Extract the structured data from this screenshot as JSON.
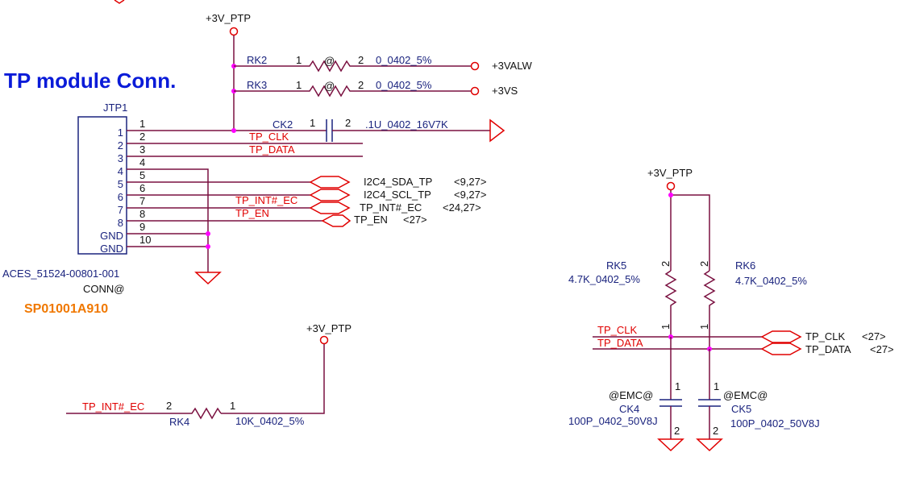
{
  "section_title": "TP module Conn.",
  "connector": {
    "ref": "JTP1",
    "part": "ACES_51524-00801-001",
    "option": "CONN@",
    "sp_number": "SP01001A910",
    "inner_pins": [
      "1",
      "2",
      "3",
      "4",
      "5",
      "6",
      "7",
      "8",
      "GND",
      "GND"
    ],
    "outer_pins": [
      "1",
      "2",
      "3",
      "4",
      "5",
      "6",
      "7",
      "8",
      "9",
      "10"
    ]
  },
  "power_nets": {
    "ptp_top": "+3V_PTP",
    "ptp_bottom": "+3V_PTP",
    "ptp_right": "+3V_PTP",
    "valw": "+3VALW",
    "vs": "+3VS"
  },
  "resistors": {
    "rk2": {
      "ref": "RK2",
      "pin1": "1",
      "pin2": "2",
      "option": "@",
      "value": "0_0402_5%"
    },
    "rk3": {
      "ref": "RK3",
      "pin1": "1",
      "pin2": "2",
      "option": "@",
      "value": "0_0402_5%"
    },
    "rk4": {
      "ref": "RK4",
      "pin1": "1",
      "pin2": "2",
      "value": "10K_0402_5%"
    },
    "rk5": {
      "ref": "RK5",
      "pin1": "1",
      "pin2": "2",
      "value": "4.7K_0402_5%"
    },
    "rk6": {
      "ref": "RK6",
      "pin1": "1",
      "pin2": "2",
      "value": "4.7K_0402_5%"
    }
  },
  "capacitors": {
    "ck2": {
      "ref": "CK2",
      "pin1": "1",
      "pin2": "2",
      "value": ".1U_0402_16V7K"
    },
    "ck4": {
      "ref": "CK4",
      "pin1": "1",
      "pin2": "2",
      "option": "@EMC@",
      "value": "100P_0402_50V8J"
    },
    "ck5": {
      "ref": "CK5",
      "pin1": "1",
      "pin2": "2",
      "option": "@EMC@",
      "value": "100P_0402_50V8J"
    }
  },
  "nets": {
    "tp_clk": "TP_CLK",
    "tp_data": "TP_DATA",
    "tp_int_ec": "TP_INT#_EC",
    "tp_en": "TP_EN",
    "rk4_net": "TP_INT#_EC",
    "right_clk": "TP_CLK",
    "right_data": "TP_DATA"
  },
  "offpage": {
    "sda": {
      "name": "I2C4_SDA_TP",
      "ref": "<9,27>"
    },
    "scl": {
      "name": "I2C4_SCL_TP",
      "ref": "<9,27>"
    },
    "int": {
      "name": "TP_INT#_EC",
      "ref": "<24,27>"
    },
    "en": {
      "name": "TP_EN",
      "ref": "<27>"
    },
    "clk": {
      "name": "TP_CLK",
      "ref": "<27>"
    },
    "data": {
      "name": "TP_DATA",
      "ref": "<27>"
    }
  }
}
